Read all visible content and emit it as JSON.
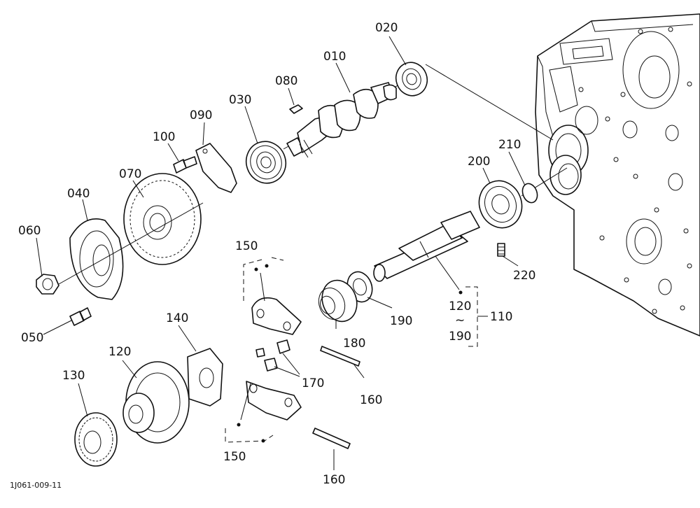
{
  "diagram": {
    "labels": {
      "p010": "010",
      "p020": "020",
      "p030": "030",
      "p040": "040",
      "p050": "050",
      "p060": "060",
      "p070": "070",
      "p080": "080",
      "p090": "090",
      "p100": "100",
      "p110": "110",
      "p120": "120",
      "p120b": "120",
      "p190b": "190",
      "range_sign": "~",
      "p130": "130",
      "p140": "140",
      "p150a": "150",
      "p150b": "150",
      "p160a": "160",
      "p160b": "160",
      "p170": "170",
      "p180": "180",
      "p190": "190",
      "p200": "200",
      "p210": "210",
      "p220": "220"
    },
    "reference_code": "1J061-009-11"
  }
}
